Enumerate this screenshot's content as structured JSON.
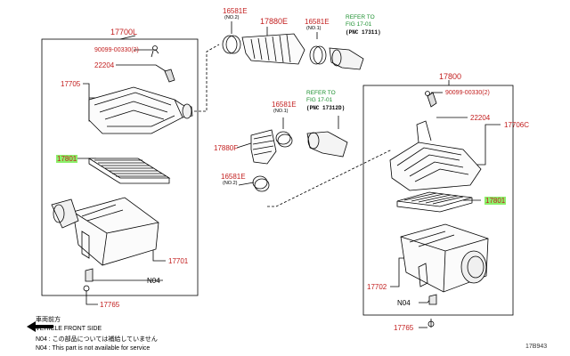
{
  "labels": {
    "p17700L": "17700L",
    "p90099_left": "90099-00330(2)",
    "p22204_left": "22204",
    "p17705": "17705",
    "p17801_left": "17801",
    "p17701": "17701",
    "pN04_left": "N04",
    "p17765_left": "17765",
    "p16581E_a": "16581E",
    "p16581E_a_sub": "(NO.2)",
    "p17880E": "17880E",
    "p16581E_b": "16581E",
    "p16581E_b_sub": "(NO.1)",
    "p16581E_c": "16581E",
    "p16581E_c_sub": "(NO.1)",
    "p17880F": "17880F",
    "p16581E_d": "16581E",
    "p16581E_d_sub": "(NO.2)",
    "p17800": "17800",
    "p90099_right": "90099-00330(2)",
    "p22204_right": "22204",
    "p17706C": "17706C",
    "p17801_right": "17801",
    "p17702": "17702",
    "pN04_right": "N04",
    "p17765_right": "17765"
  },
  "refs": {
    "ref1_line1": "REFER TO",
    "ref1_line2": "FIG 17-01",
    "ref1_pnc": "(PNC 17311)",
    "ref2_line1": "REFER TO",
    "ref2_line2": "FIG 17-01",
    "ref2_pnc": "(PNC 17312D)"
  },
  "notes": {
    "front_jp": "車両前方",
    "front_en": "VEHICLE FRONT SIDE",
    "n04_jp": "N04 : この部品については補給していません",
    "n04_en": "N04 : This part is not available for service"
  },
  "figure_code": "17B943",
  "colors": {
    "label_red": "#c21d1d",
    "refer_green": "#1b8f2e",
    "highlight_green": "#8bf06b"
  }
}
